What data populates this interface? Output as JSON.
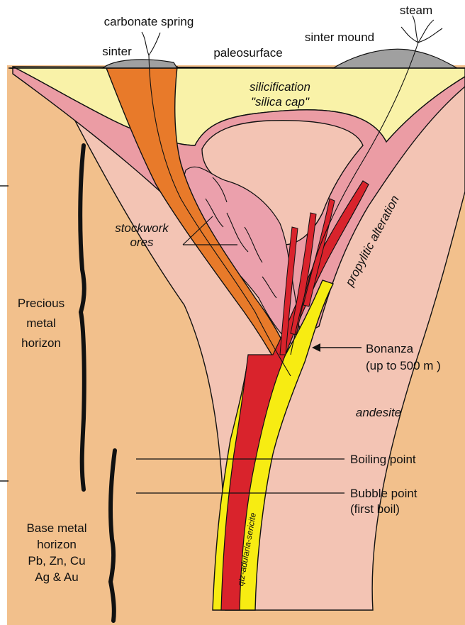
{
  "labels": {
    "carbonate_spring": "carbonate spring",
    "steam": "steam",
    "sinter": "sinter",
    "paleosurface": "paleosurface",
    "sinter_mound": "sinter mound",
    "silicification": "silicification",
    "silica_cap": "\"silica cap\"",
    "stockwork_1": "stockwork",
    "stockwork_2": "ores",
    "propylitic": "propylitic alteration",
    "precious_1": "Precious",
    "precious_2": "metal",
    "precious_3": "horizon",
    "bonanza_1": "Bonanza",
    "bonanza_2": "(up to 500 m )",
    "andesite": "andesite",
    "boiling": "Boiling point",
    "bubble_1": "Bubble point",
    "bubble_2": "(first boil)",
    "base_1": "Base metal",
    "base_2": "horizon",
    "base_3": "Pb, Zn, Cu",
    "base_4": "Ag & Au",
    "sericite": "qtz-adularia-sericite"
  },
  "colors": {
    "host_rock": "#f2c08c",
    "argillic": "#f3c4b4",
    "silica_cap": "#f9f2a8",
    "advanced": "#eb9ca4",
    "stockwork": "#eba0ac",
    "carbonate": "#e87a2a",
    "bonanza": "#d9232c",
    "sericite": "#f7ec12",
    "sinter": "#a0a0a0"
  }
}
